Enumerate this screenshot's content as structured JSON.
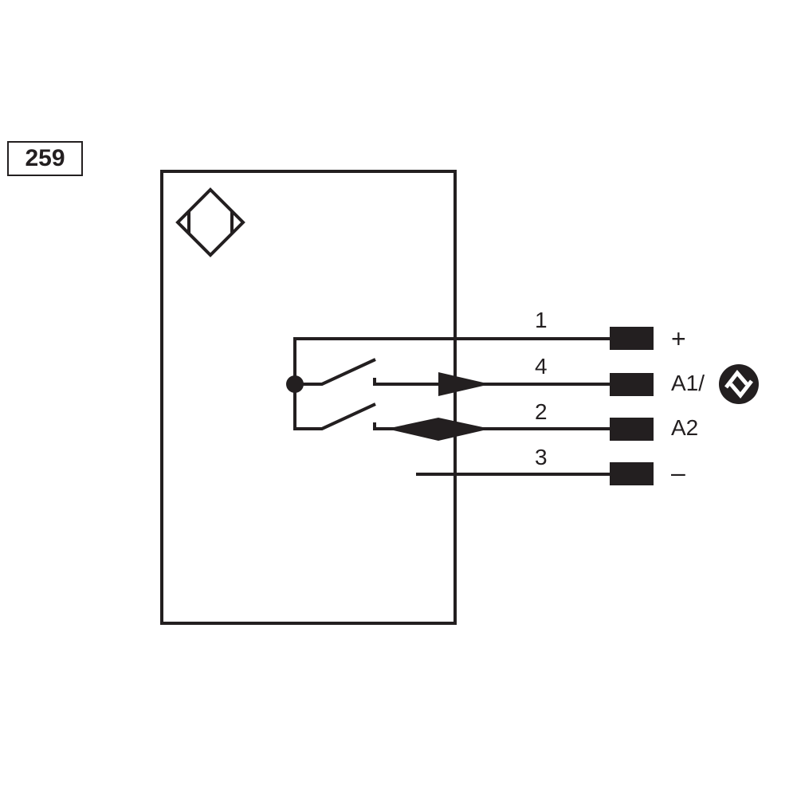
{
  "diagram_number": "259",
  "pins": [
    {
      "number": "1",
      "function": "+"
    },
    {
      "number": "4",
      "function": "A1/"
    },
    {
      "number": "2",
      "function": "A2"
    },
    {
      "number": "3",
      "function": "–"
    }
  ],
  "colors": {
    "line": "#231f20",
    "background": "#ffffff"
  }
}
